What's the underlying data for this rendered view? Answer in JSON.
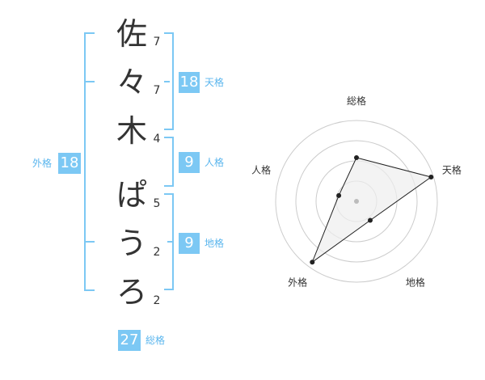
{
  "name": {
    "characters": [
      {
        "char": "佐",
        "strokes": "7"
      },
      {
        "char": "々",
        "strokes": "7"
      },
      {
        "char": "木",
        "strokes": "4"
      },
      {
        "char": "ぱ",
        "strokes": "5"
      },
      {
        "char": "う",
        "strokes": "2"
      },
      {
        "char": "ろ",
        "strokes": "2"
      }
    ]
  },
  "fortune": {
    "tenkaku": {
      "label": "天格",
      "value": "18"
    },
    "jinkaku": {
      "label": "人格",
      "value": "9"
    },
    "chikaku": {
      "label": "地格",
      "value": "9"
    },
    "gaikaku": {
      "label": "外格",
      "value": "18"
    },
    "soukaku": {
      "label": "総格",
      "value": "27"
    }
  },
  "radar": {
    "axes": [
      "総格",
      "天格",
      "地格",
      "外格",
      "人格"
    ],
    "values": [
      0.54,
      0.97,
      0.29,
      0.93,
      0.23
    ],
    "rings": 4,
    "colors": {
      "ring": "#cccccc",
      "fill": "#eeeeee",
      "line": "#222222",
      "point": "#222222",
      "center": "#bbbbbb"
    }
  },
  "colors": {
    "accent": "#7cc8f4",
    "label": "#5bb6ee"
  }
}
